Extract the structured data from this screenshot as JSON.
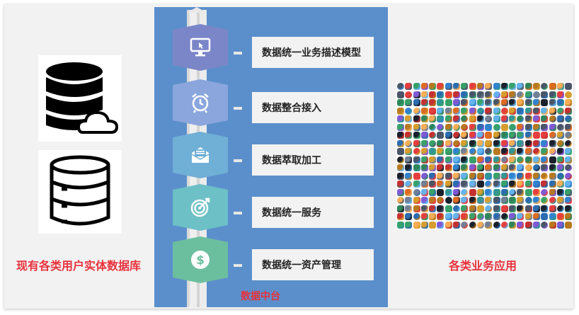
{
  "left": {
    "caption": "现有各类用户实体数据库",
    "icons": [
      "database-cloud-icon",
      "database-icon"
    ]
  },
  "center": {
    "caption": "数据中台",
    "layers": [
      {
        "label": "数据统一业务描述模型",
        "icon": "monitor-cursor-icon",
        "color": "#7b86c8"
      },
      {
        "label": "数据整合接入",
        "icon": "alarm-clock-icon",
        "color": "#8aa6dd"
      },
      {
        "label": "数据萃取加工",
        "icon": "envelope-icon",
        "color": "#70afd6"
      },
      {
        "label": "数据统一服务",
        "icon": "target-icon",
        "color": "#6cc0c6"
      },
      {
        "label": "数据统一资产管理",
        "icon": "dollar-coin-icon",
        "color": "#6cbf9e"
      }
    ]
  },
  "right": {
    "caption": "各类业务应用",
    "icon_wall": "app-icons-grid"
  },
  "colors": {
    "caption": "#e8323c",
    "middle_panel": "#5b8fcc"
  }
}
